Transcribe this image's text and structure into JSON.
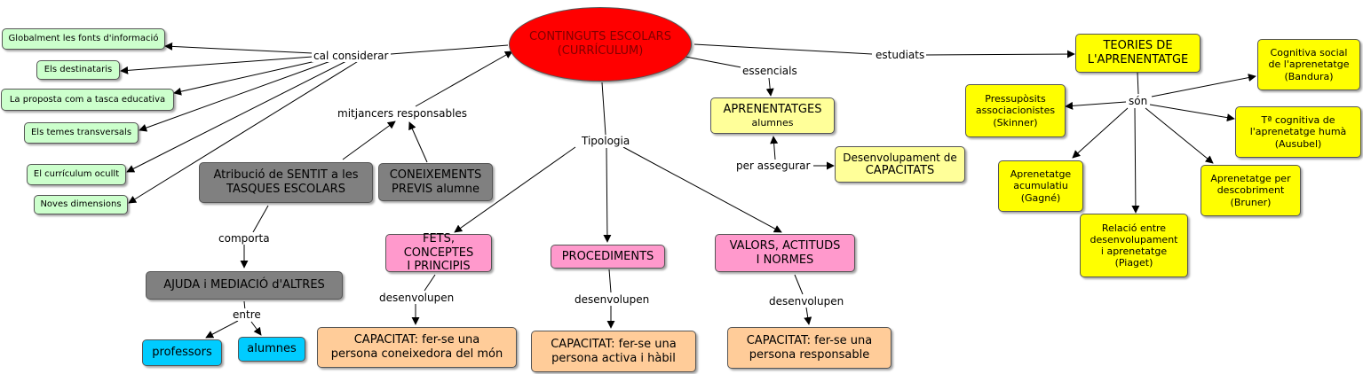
{
  "root": {
    "line1": "CONTINGUTS ESCOLARS",
    "line2": "(CURRÍCULUM)"
  },
  "links": {
    "cal_considerar": "cal considerar",
    "mitjancers": "mitjancers responsables",
    "tipologia": "Tipologia",
    "essencials": "essencials",
    "estudiats": "estudiats",
    "per_assegurar": "per assegurar",
    "comporta": "comporta",
    "entre": "entre",
    "son": "són",
    "desenvolupen_1": "desenvolupen",
    "desenvolupen_2": "desenvolupen",
    "desenvolupen_3": "desenvolupen"
  },
  "considerar": [
    "Globalment les fonts d'informació",
    "Els destinataris",
    "La proposta com a  tasca educativa",
    "Els temes transversals",
    "El currículum ocullt",
    "Noves dimensions"
  ],
  "atribucio": {
    "line1": "Atribució de SENTIT a les",
    "line2": "TASQUES ESCOLARS"
  },
  "coneixements": {
    "line1": "CONEIXEMENTS",
    "line2": "PREVIS alumne"
  },
  "ajuda": "AJUDA i MEDIACIÓ d'ALTRES",
  "professors": "professors",
  "alumnes": "alumnes",
  "fets": {
    "line1": "FETS, CONCEPTES",
    "line2": "I PRINCIPIS"
  },
  "procediments": "PROCEDIMENTS",
  "valors": {
    "line1": "VALORS, ACTITUDS",
    "line2": "I NORMES"
  },
  "cap1": {
    "line1": "CAPACITAT: fer-se una",
    "line2": "persona coneixedora del món"
  },
  "cap2": {
    "line1": "CAPACITAT: fer-se una",
    "line2": "persona activa i hàbil"
  },
  "cap3": {
    "line1": "CAPACITAT: fer-se una",
    "line2": "persona responsable"
  },
  "aprenentatges": {
    "line1": "APRENENTATGES",
    "line2": "alumnes"
  },
  "desenvolupament": {
    "line1": "Desenvolupament de",
    "line2": "CAPACITATS"
  },
  "teories": {
    "line1": "TEORIES DE",
    "line2": "L'APRENENTATGE"
  },
  "pressuposits": {
    "line1": "Pressupòsits",
    "line2": "associacionistes",
    "line3": "(Skinner)"
  },
  "cognitiva_social": {
    "line1": "Cognitiva social",
    "line2": "de l'aprenetatge",
    "line3": "(Bandura)"
  },
  "cognitiva_huma": {
    "line1": "Tª cognitiva de",
    "line2": "l'aprenetatge humà",
    "line3": "(Ausubel)"
  },
  "acumulatiu": {
    "line1": "Aprenetatge",
    "line2": "acumulatiu",
    "line3": "(Gagné)"
  },
  "descobriment": {
    "line1": "Aprenetatge per",
    "line2": "descobriment",
    "line3": "(Bruner)"
  },
  "relacio": {
    "line1": "Relació entre",
    "line2": "desenvolupament",
    "line3": "i aprenetatge",
    "line4": "(Piaget)"
  },
  "colors": {
    "root": "#ff0000",
    "green": "#ccffcc",
    "gray": "#808080",
    "pink": "#ff99cc",
    "orange": "#ffcc99",
    "blue": "#00ccff",
    "light_yellow": "#ffff99",
    "yellow": "#ffff00"
  }
}
